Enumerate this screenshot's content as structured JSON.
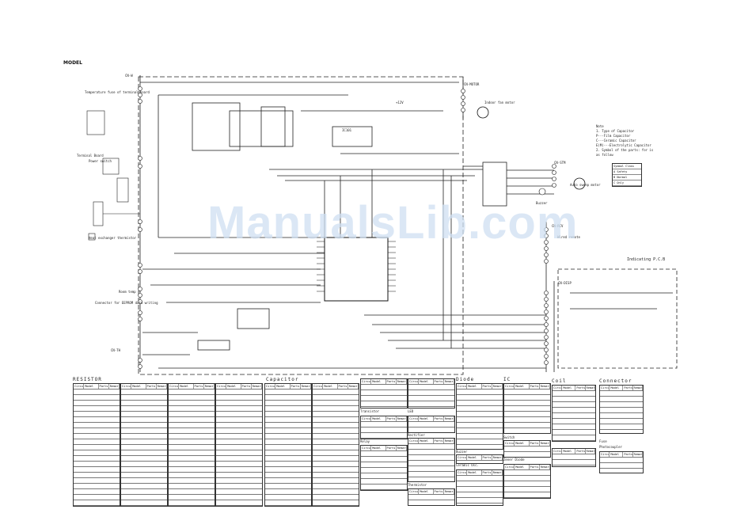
{
  "page": {
    "model_label": "MODEL",
    "watermark": "ManualsLib.com"
  },
  "schematic": {
    "connectors": [
      "CN-W",
      "CN-MOTOR",
      "CN-STM",
      "CN-DISP",
      "CN-TH",
      "CN-RCV"
    ],
    "top_rail": "+12V",
    "ic_main": "IC101",
    "labels": {
      "indoor_fan_motor": "Indoor fan motor",
      "auto_sweep_motor": "Auto sweep motor",
      "buzzer": "Buzzer",
      "wired_remote": "Wired remote",
      "terminal_board": "Terminal Board",
      "power_switch": "Power switch",
      "heat_exchanger_thermistor": "Heat exchanger thermistor",
      "room_temp": "Room temp",
      "connector_for_eeprom": "Connector for EEPROM data writing",
      "temperature_fuse": "Temperature fuse of terminal board",
      "remote_control_pcb": "Indicating P.C.B"
    }
  },
  "note": {
    "lines": [
      "Note",
      "1. Type of Capacitor",
      "P---Film Capacitor",
      "C---Ceramic Capacitor",
      "E(M)---Electrolytic Capacitor",
      "2. Symbol of the parts: for is",
      "as follow"
    ],
    "symbol_table": [
      "Symbol  Class",
      "A  Safety",
      "B  Normal",
      "C  Only"
    ]
  },
  "parts_tables": {
    "headers": [
      "RESISTOR",
      "Capacitor",
      "Diode",
      "IC",
      "Coil",
      "Connector"
    ],
    "sub_headers": [
      "Transistor",
      "LED",
      "Rectifier",
      "Buzzer",
      "Ceramic Osc.",
      "Thermistor",
      "Switch",
      "Zener Diode",
      "Relay",
      "Photocoupler",
      "Fuse"
    ],
    "column_labels": [
      "Circuit Name",
      "Model",
      "Parts No.",
      "Remarks"
    ]
  }
}
